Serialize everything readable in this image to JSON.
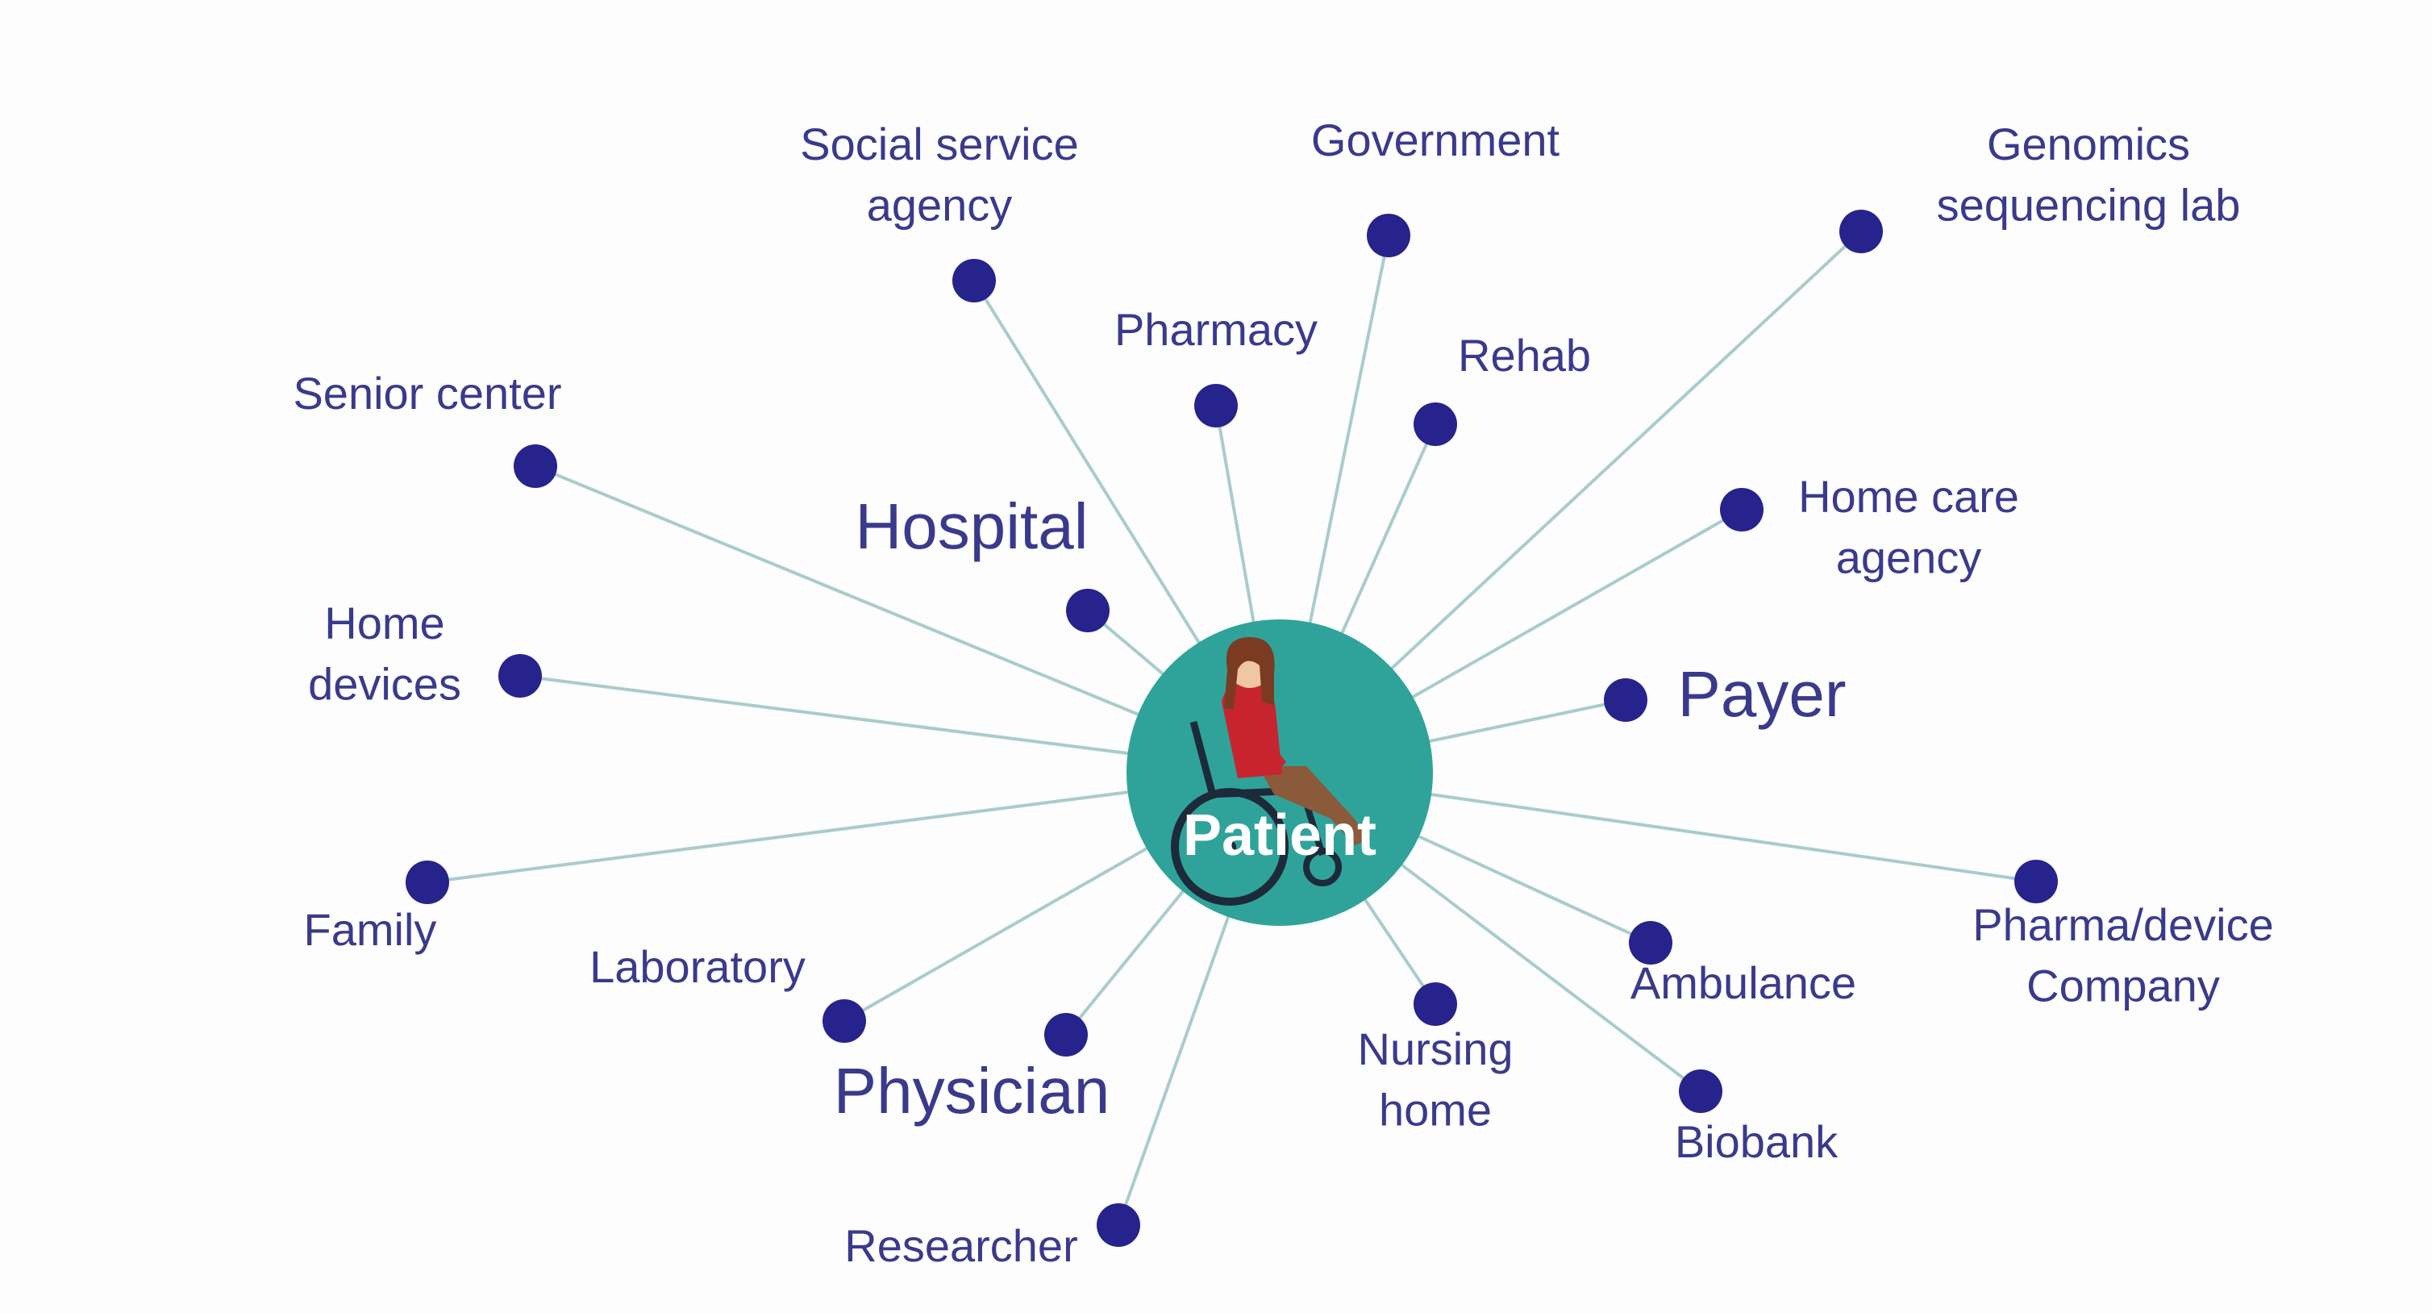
{
  "center": {
    "label": "Patient",
    "icon": "wheelchair-user-icon",
    "color": "#2fa39a"
  },
  "colors": {
    "node": "#26238c",
    "label": "#3a3a8c",
    "spoke": "#a9cccc"
  },
  "nodes": [
    {
      "id": "social-service-agency",
      "lines": [
        "Social service",
        "agency"
      ],
      "emphasis": "normal"
    },
    {
      "id": "government",
      "lines": [
        "Government"
      ],
      "emphasis": "normal"
    },
    {
      "id": "genomics-sequencing-lab",
      "lines": [
        "Genomics",
        "sequencing lab"
      ],
      "emphasis": "normal"
    },
    {
      "id": "pharmacy",
      "lines": [
        "Pharmacy"
      ],
      "emphasis": "normal"
    },
    {
      "id": "rehab",
      "lines": [
        "Rehab"
      ],
      "emphasis": "normal"
    },
    {
      "id": "senior-center",
      "lines": [
        "Senior center"
      ],
      "emphasis": "normal"
    },
    {
      "id": "home-care-agency",
      "lines": [
        "Home care",
        "agency"
      ],
      "emphasis": "normal"
    },
    {
      "id": "hospital",
      "lines": [
        "Hospital"
      ],
      "emphasis": "large"
    },
    {
      "id": "home-devices",
      "lines": [
        "Home",
        "devices"
      ],
      "emphasis": "normal"
    },
    {
      "id": "payer",
      "lines": [
        "Payer"
      ],
      "emphasis": "large"
    },
    {
      "id": "family",
      "lines": [
        "Family"
      ],
      "emphasis": "normal"
    },
    {
      "id": "pharma-device-company",
      "lines": [
        "Pharma/device",
        "Company"
      ],
      "emphasis": "normal"
    },
    {
      "id": "laboratory",
      "lines": [
        "Laboratory"
      ],
      "emphasis": "normal"
    },
    {
      "id": "ambulance",
      "lines": [
        "Ambulance"
      ],
      "emphasis": "normal"
    },
    {
      "id": "physician",
      "lines": [
        "Physician"
      ],
      "emphasis": "large"
    },
    {
      "id": "nursing-home",
      "lines": [
        "Nursing",
        "home"
      ],
      "emphasis": "normal"
    },
    {
      "id": "biobank",
      "lines": [
        "Biobank"
      ],
      "emphasis": "normal"
    },
    {
      "id": "researcher",
      "lines": [
        "Researcher"
      ],
      "emphasis": "normal"
    }
  ]
}
